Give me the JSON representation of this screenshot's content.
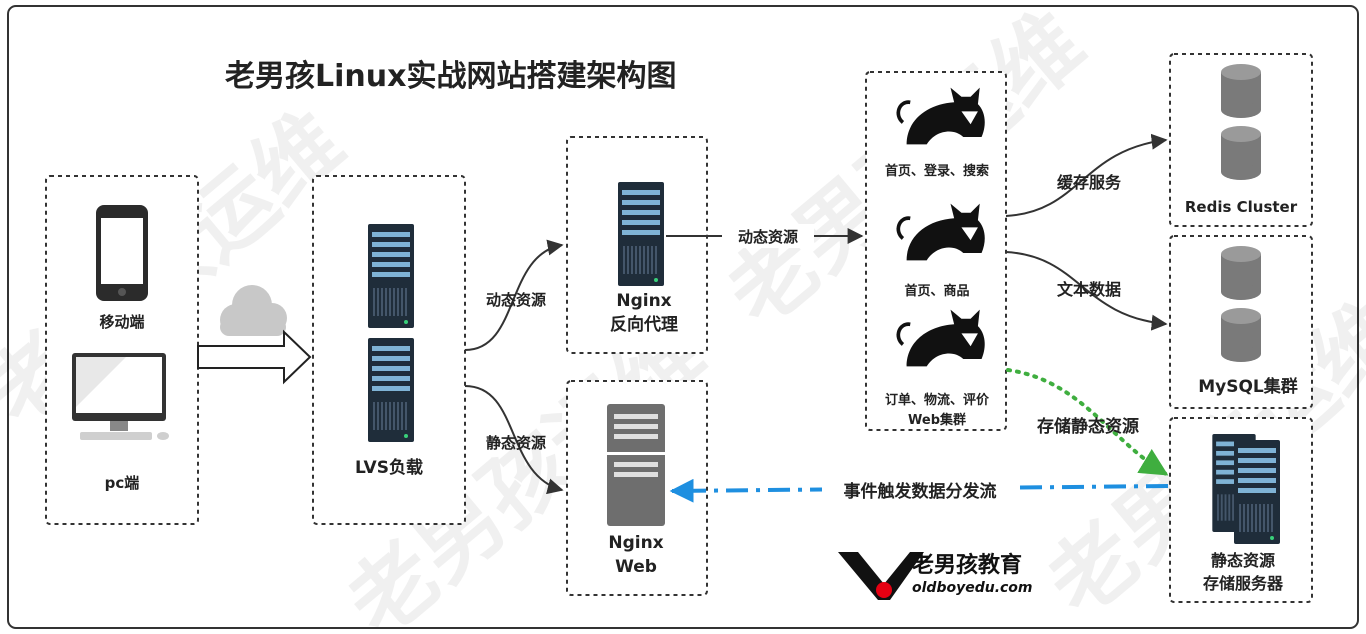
{
  "title": "老男孩Linux实战网站搭建架构图",
  "watermark": [
    "老男孩运维",
    "老男孩运维",
    "老男孩运维",
    "老男孩运维"
  ],
  "clients": {
    "mobile_label": "移动端",
    "pc_label": "pc端"
  },
  "lvs": {
    "label": "LVS负载"
  },
  "nginx_proxy": {
    "line1": "Nginx",
    "line2": "反向代理"
  },
  "nginx_web": {
    "line1": "Nginx",
    "line2": "Web"
  },
  "web_cluster": {
    "labels": [
      "首页、登录、搜索",
      "首页、商品",
      "订单、物流、评价"
    ],
    "footer": "Web集群"
  },
  "redis": {
    "label": "Redis Cluster"
  },
  "mysql": {
    "label": "MySQL集群"
  },
  "storage": {
    "line1": "静态资源",
    "line2": "存储服务器"
  },
  "edges": {
    "lvs_dynamic": "动态资源",
    "lvs_static": "静态资源",
    "proxy_dynamic": "动态资源",
    "cache": "缓存服务",
    "text_data": "文本数据",
    "store_static": "存储静态资源",
    "event_flow": "事件触发数据分发流"
  },
  "logo": {
    "cn": "老男孩教育",
    "en": "oldboyedu.com"
  },
  "colors": {
    "event_arrow": "#1e8fe0",
    "store_arrow": "#3fae3f",
    "server": "#1f2d3a",
    "server_bar": "#7fb3d5",
    "db": "#7a7a7a",
    "logo_red": "#e60012"
  }
}
